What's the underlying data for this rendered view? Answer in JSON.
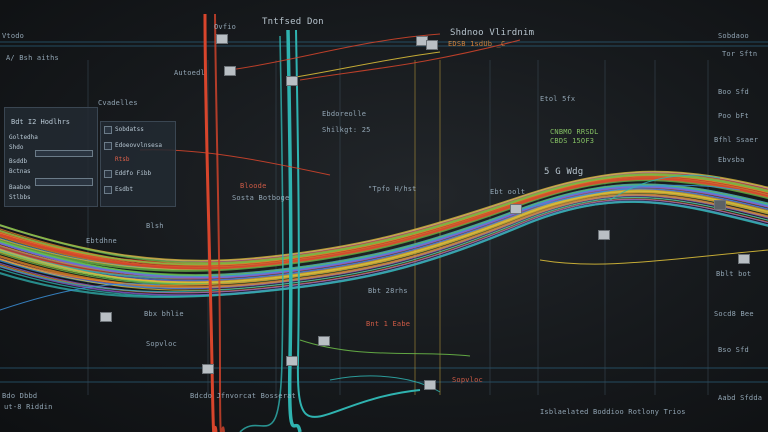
{
  "labels": {
    "top_center": "Tntfsed Don",
    "top_left_small": "Ovfio",
    "top_right_a": "Shdnoo Vlirdnim",
    "top_right_b": "EDSB 1sdUb _C",
    "top_left_edge": "Vtodo",
    "top_left_edge2": "A/ Bsh aiths",
    "autoe": "Autoedl",
    "cvadelles": "Cvadelles",
    "panel_title": "Bdt I2 Hodlhrs",
    "right_top_1": "Sobdaoo",
    "right_top_2": "Tor Sftn",
    "right_top_3": "Etol 5fx",
    "green_note_1": "CNBMO RRSDL",
    "green_note_2": "CBDS 15OF3",
    "mid_1": "Ebdoreolle",
    "mid_2": "Shilkgt: 25",
    "mid_3": "Bloode",
    "mid_4": "Sosta Botboge",
    "tpfo": "\"Tpfo H/hst",
    "ebt_ol": "Ebt oolt",
    "aut_node": "5 G  Wdg",
    "btm_1": "Blsh",
    "btm_2": "Ebtdhne",
    "btm_3": "Bbx bhlie",
    "btm_4": "Sopvloc",
    "btm_5": "Bbt 28rhs",
    "btm_6": "Bnt 1 Eabe",
    "btm_left": "Bdo Dbbd",
    "btm_left2": "ut-8 Riddin",
    "btm_center": "Bdcdo Jfnvorcat Bosserat",
    "btm_right": "Isblaelated Boddioo Rotlony Trios",
    "btm_right_edge": "Aabd Sfdda",
    "right_column": [
      "Boo Sfd",
      "Poo bFt",
      "Bfhl Ssaer",
      "Ebvsba",
      "Bblt bot",
      "Socd8 Bee",
      "Bso Sfd"
    ]
  },
  "panel": {
    "rows": [
      "Goltedha",
      "Shdo",
      "Bsddb",
      "Bctnas",
      "Baaboe",
      "Stlbbs"
    ],
    "mid_rows": [
      "Sobdatss",
      "Edoeovvlnsesa",
      "Rtsb",
      "Eddfo Fibb",
      "Esdbt"
    ]
  },
  "colors": {
    "background": "#16191c",
    "wire_red": "#d8452c",
    "wire_orange": "#e98a2a",
    "wire_yellow": "#e3c43a",
    "wire_green": "#6fbf4a",
    "wire_teal": "#2fb3b0",
    "wire_blue": "#3b8fd8",
    "wire_purple": "#8e5bd0",
    "grid_line": "#2f6f8f"
  }
}
